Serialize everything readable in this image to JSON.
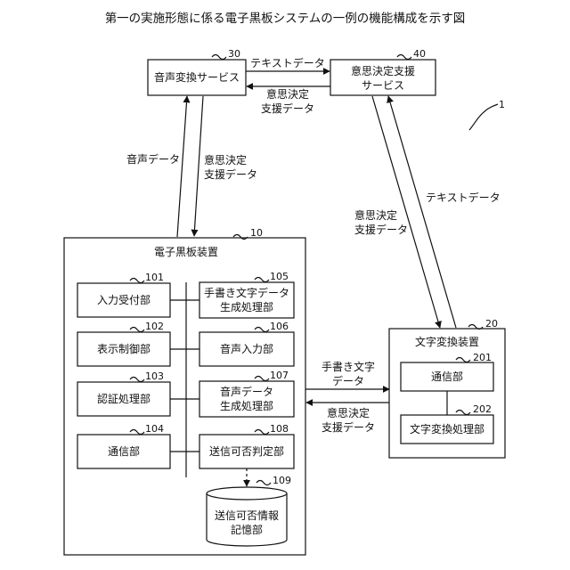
{
  "title": "第一の実施形態に係る電子黒板システムの一例の機能構成を示す図",
  "system_ref": "1",
  "boxes": {
    "voice_service": {
      "label": "音声変換サービス",
      "ref": "30"
    },
    "decision_service": {
      "label_line1": "意思決定支援",
      "label_line2": "サービス",
      "ref": "40"
    },
    "whiteboard": {
      "label": "電子黒板装置",
      "ref": "10"
    },
    "char_device": {
      "label": "文字変換装置",
      "ref": "20"
    },
    "input_unit": {
      "label": "入力受付部",
      "ref": "101"
    },
    "display_unit": {
      "label": "表示制御部",
      "ref": "102"
    },
    "auth_unit": {
      "label": "認証処理部",
      "ref": "103"
    },
    "comm_unit_wb": {
      "label": "通信部",
      "ref": "104"
    },
    "handwrite_gen": {
      "label_line1": "手書き文字データ",
      "label_line2": "生成処理部",
      "ref": "105"
    },
    "voice_input": {
      "label": "音声入力部",
      "ref": "106"
    },
    "voice_gen": {
      "label_line1": "音声データ",
      "label_line2": "生成処理部",
      "ref": "107"
    },
    "send_judge": {
      "label": "送信可否判定部",
      "ref": "108"
    },
    "send_store": {
      "label_line1": "送信可否情報",
      "label_line2": "記憶部",
      "ref": "109"
    },
    "comm_unit_cd": {
      "label": "通信部",
      "ref": "201"
    },
    "char_conv": {
      "label": "文字変換処理部",
      "ref": "202"
    }
  },
  "arrow_labels": {
    "text_data_top": "テキストデータ",
    "decision_top_1": "意思決定",
    "decision_top_2": "支援データ",
    "voice_data": "音声データ",
    "decision_left_1": "意思決定",
    "decision_left_2": "支援データ",
    "text_data_right": "テキストデータ",
    "decision_right_1": "意思決定",
    "decision_right_2": "支援データ",
    "handwritten_1": "手書き文字",
    "handwritten_2": "データ",
    "decision_mid_1": "意思決定",
    "decision_mid_2": "支援データ"
  }
}
